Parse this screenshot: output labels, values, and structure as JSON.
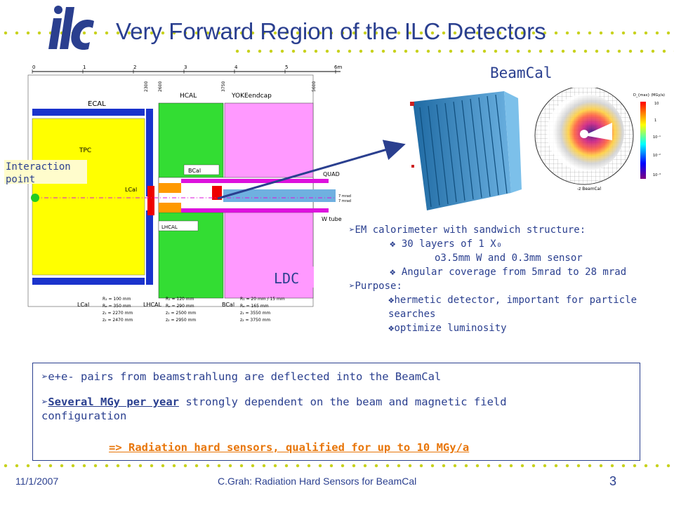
{
  "logo_text": "ilc",
  "title": "Very Forward Region of the ILC Detectors",
  "beamcal_label": "BeamCal",
  "diagram": {
    "scale_ticks": [
      "0",
      "1",
      "2",
      "3",
      "4",
      "5",
      "6m"
    ],
    "dims": [
      "2300",
      "2600",
      "3750",
      "5600"
    ],
    "ecal": "ECAL",
    "hcal": "HCAL",
    "yoke": "YOKEendcap",
    "tpc": "TPC",
    "interaction_point": "Interaction point",
    "lcal": "LCal",
    "bcal": "BCal",
    "quad": "QUAD",
    "lhcal": "LHCAL",
    "mrad1": "7 mrad",
    "mrad2": "7 mrad",
    "wtube": "W tube",
    "ldc": "LDC",
    "bottom_labels": {
      "lcal": "LCal",
      "lhcal": "LHCAL",
      "bcal": "BCal",
      "lcal_params": [
        "R₁ = 100 mm",
        "Rₒ = 350 mm",
        "z₁ = 2270 mm",
        "z₂ = 2470 mm"
      ],
      "lhcal_params": [
        "R₁ = 120 mm",
        "Rₒ = 290 mm",
        "z₁ = 2500 mm",
        "z₂ = 2950 mm"
      ],
      "bcal_params": [
        "R₁ = 20 mm / 15 mm",
        "Rₒ = 165 mm",
        "z₁ = 3550 mm",
        "z₂ = 3750 mm"
      ]
    }
  },
  "dose_map": {
    "unit": "D_{max} (MGy/a)",
    "scale": [
      "10",
      "1",
      "10⁻¹",
      "10⁻²",
      "10⁻³"
    ],
    "caption": "-z BeamCal"
  },
  "bullets": [
    {
      "level": 1,
      "text": "EM calorimeter with sandwich structure:"
    },
    {
      "level": 2,
      "text": "30 layers of 1 X₀"
    },
    {
      "level": 3,
      "text": "o3.5mm W and 0.3mm sensor"
    },
    {
      "level": 2,
      "text": "Angular coverage from 5mrad to 28 mrad"
    },
    {
      "level": 1,
      "text": "Purpose:"
    },
    {
      "level": 2,
      "text": "hermetic detector, important for particle"
    },
    {
      "level": 4,
      "text": "searches"
    },
    {
      "level": 2,
      "text": "optimize luminosity"
    }
  ],
  "box": {
    "line1": "e+e- pairs from beamstrahlung are deflected into the BeamCal",
    "line2_link": "Several MGy per year",
    "line2_rest": " strongly dependent on the beam and magnetic field",
    "line3": "configuration",
    "conclusion": "=> Radiation hard sensors, qualified for up to 10 MGy/a"
  },
  "colors": {
    "accent": "#2a3f8f",
    "dots": "#c8d21e",
    "conclusion": "#e8760a"
  },
  "footer": {
    "date": "11/1/2007",
    "center": "C.Grah: Radiation Hard Sensors for BeamCal",
    "page": "3"
  }
}
